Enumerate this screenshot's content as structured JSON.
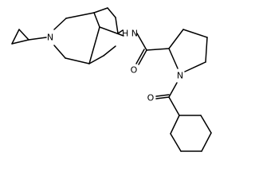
{
  "atoms": {
    "ring_n": "N",
    "amide_n": "H N",
    "pyrrolidine_n": "N",
    "amide_o": "O",
    "acyl_o": "O"
  },
  "colors": {
    "bond": "#000000",
    "label": "#000000",
    "background": "#ffffff"
  }
}
